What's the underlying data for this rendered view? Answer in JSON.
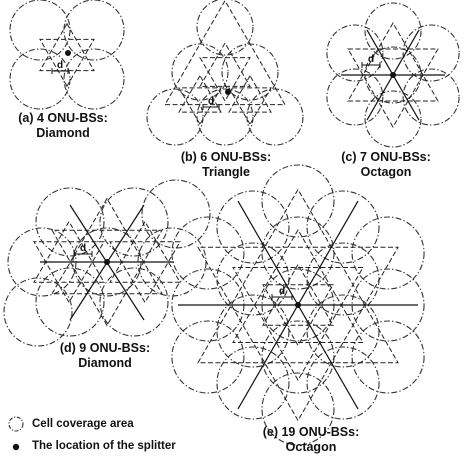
{
  "figure": {
    "panels": [
      {
        "id": "a",
        "caption_line1": "(a) 4 ONU-BSs:",
        "caption_line2": "Diamond",
        "distance_label": "d"
      },
      {
        "id": "b",
        "caption_line1": "(b) 6 ONU-BSs:",
        "caption_line2": "Triangle",
        "distance_label": "d"
      },
      {
        "id": "c",
        "caption_line1": "(c) 7 ONU-BSs:",
        "caption_line2": "Octagon",
        "distance_label": "d"
      },
      {
        "id": "d",
        "caption_line1": "(d) 9 ONU-BSs:",
        "caption_line2": "Diamond",
        "distance_label": "d"
      },
      {
        "id": "e",
        "caption_line1": "(e) 19 ONU-BSs:",
        "caption_line2": "Octagon",
        "distance_label": "d"
      }
    ],
    "legend": {
      "coverage_label": "Cell coverage area",
      "coverage_icon": "dash-dot-circle-icon",
      "splitter_label": "The location of the splitter",
      "splitter_icon": "filled-dot-icon"
    }
  }
}
